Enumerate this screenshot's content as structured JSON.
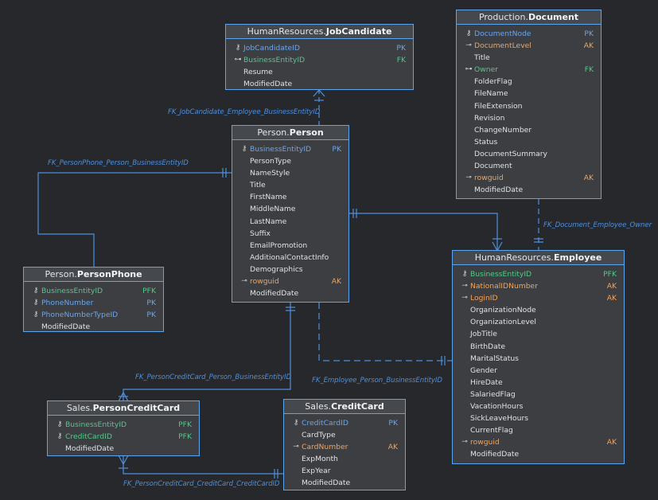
{
  "colors": {
    "background": "#26282b",
    "entity_fill": "#3c3e41",
    "entity_border": "#5aa4f0",
    "relation_line": "#4e8fdc",
    "primary_key": "#6aa6ee",
    "foreign_key": "#53c98c",
    "alternate_key": "#f2a45e",
    "plain_column": "#e0e2e5"
  },
  "icons": {
    "key": "key-icon",
    "foreign_key": "foreign-key-icon",
    "alternate_key": "alternate-key-icon"
  },
  "entities": [
    {
      "id": "jobcandidate",
      "schema": "HumanResources.",
      "table": "JobCandidate",
      "columns": [
        {
          "name": "JobCandidateID",
          "key": "PK",
          "icon": "key"
        },
        {
          "name": "BusinessEntityID",
          "key": "FK",
          "icon": "fk"
        },
        {
          "name": "Resume",
          "key": "",
          "icon": ""
        },
        {
          "name": "ModifiedDate",
          "key": "",
          "icon": ""
        }
      ]
    },
    {
      "id": "document",
      "schema": "Production.",
      "table": "Document",
      "columns": [
        {
          "name": "DocumentNode",
          "key": "PK",
          "icon": "key"
        },
        {
          "name": "DocumentLevel",
          "key": "AK",
          "icon": "ak"
        },
        {
          "name": "Title",
          "key": "",
          "icon": ""
        },
        {
          "name": "Owner",
          "key": "FK",
          "icon": "fk"
        },
        {
          "name": "FolderFlag",
          "key": "",
          "icon": ""
        },
        {
          "name": "FileName",
          "key": "",
          "icon": ""
        },
        {
          "name": "FileExtension",
          "key": "",
          "icon": ""
        },
        {
          "name": "Revision",
          "key": "",
          "icon": ""
        },
        {
          "name": "ChangeNumber",
          "key": "",
          "icon": ""
        },
        {
          "name": "Status",
          "key": "",
          "icon": ""
        },
        {
          "name": "DocumentSummary",
          "key": "",
          "icon": ""
        },
        {
          "name": "Document",
          "key": "",
          "icon": ""
        },
        {
          "name": "rowguid",
          "key": "AK",
          "icon": "ak"
        },
        {
          "name": "ModifiedDate",
          "key": "",
          "icon": ""
        }
      ]
    },
    {
      "id": "person",
      "schema": "Person.",
      "table": "Person",
      "columns": [
        {
          "name": "BusinessEntityID",
          "key": "PK",
          "icon": "key"
        },
        {
          "name": "PersonType",
          "key": "",
          "icon": ""
        },
        {
          "name": "NameStyle",
          "key": "",
          "icon": ""
        },
        {
          "name": "Title",
          "key": "",
          "icon": ""
        },
        {
          "name": "FirstName",
          "key": "",
          "icon": ""
        },
        {
          "name": "MiddleName",
          "key": "",
          "icon": ""
        },
        {
          "name": "LastName",
          "key": "",
          "icon": ""
        },
        {
          "name": "Suffix",
          "key": "",
          "icon": ""
        },
        {
          "name": "EmailPromotion",
          "key": "",
          "icon": ""
        },
        {
          "name": "AdditionalContactInfo",
          "key": "",
          "icon": ""
        },
        {
          "name": "Demographics",
          "key": "",
          "icon": ""
        },
        {
          "name": "rowguid",
          "key": "AK",
          "icon": "ak"
        },
        {
          "name": "ModifiedDate",
          "key": "",
          "icon": ""
        }
      ]
    },
    {
      "id": "personphone",
      "schema": "Person.",
      "table": "PersonPhone",
      "columns": [
        {
          "name": "BusinessEntityID",
          "key": "PFK",
          "icon": "key"
        },
        {
          "name": "PhoneNumber",
          "key": "PK",
          "icon": "key"
        },
        {
          "name": "PhoneNumberTypeID",
          "key": "PK",
          "icon": "key"
        },
        {
          "name": "ModifiedDate",
          "key": "",
          "icon": ""
        }
      ]
    },
    {
      "id": "employee",
      "schema": "HumanResources.",
      "table": "Employee",
      "columns": [
        {
          "name": "BusinessEntityID",
          "key": "PFK",
          "icon": "key"
        },
        {
          "name": "NationalIDNumber",
          "key": "AK",
          "icon": "ak"
        },
        {
          "name": "LoginID",
          "key": "AK",
          "icon": "ak"
        },
        {
          "name": "OrganizationNode",
          "key": "",
          "icon": ""
        },
        {
          "name": "OrganizationLevel",
          "key": "",
          "icon": ""
        },
        {
          "name": "JobTitle",
          "key": "",
          "icon": ""
        },
        {
          "name": "BirthDate",
          "key": "",
          "icon": ""
        },
        {
          "name": "MaritalStatus",
          "key": "",
          "icon": ""
        },
        {
          "name": "Gender",
          "key": "",
          "icon": ""
        },
        {
          "name": "HireDate",
          "key": "",
          "icon": ""
        },
        {
          "name": "SalariedFlag",
          "key": "",
          "icon": ""
        },
        {
          "name": "VacationHours",
          "key": "",
          "icon": ""
        },
        {
          "name": "SickLeaveHours",
          "key": "",
          "icon": ""
        },
        {
          "name": "CurrentFlag",
          "key": "",
          "icon": ""
        },
        {
          "name": "rowguid",
          "key": "AK",
          "icon": "ak"
        },
        {
          "name": "ModifiedDate",
          "key": "",
          "icon": ""
        }
      ]
    },
    {
      "id": "personcreditcard",
      "schema": "Sales.",
      "table": "PersonCreditCard",
      "columns": [
        {
          "name": "BusinessEntityID",
          "key": "PFK",
          "icon": "key"
        },
        {
          "name": "CreditCardID",
          "key": "PFK",
          "icon": "key"
        },
        {
          "name": "ModifiedDate",
          "key": "",
          "icon": ""
        }
      ]
    },
    {
      "id": "creditcard",
      "schema": "Sales.",
      "table": "CreditCard",
      "columns": [
        {
          "name": "CreditCardID",
          "key": "PK",
          "icon": "key"
        },
        {
          "name": "CardType",
          "key": "",
          "icon": ""
        },
        {
          "name": "CardNumber",
          "key": "AK",
          "icon": "ak"
        },
        {
          "name": "ExpMonth",
          "key": "",
          "icon": ""
        },
        {
          "name": "ExpYear",
          "key": "",
          "icon": ""
        },
        {
          "name": "ModifiedDate",
          "key": "",
          "icon": ""
        }
      ]
    }
  ],
  "relationships": [
    {
      "id": "fk-jobcandidate-employee",
      "label": "FK_JobCandidate_Employee_BusinessEntityID"
    },
    {
      "id": "fk-personphone-person",
      "label": "FK_PersonPhone_Person_BusinessEntityID"
    },
    {
      "id": "fk-document-employee",
      "label": "FK_Document_Employee_Owner"
    },
    {
      "id": "fk-personcreditcard-person",
      "label": "FK_PersonCreditCard_Person_BusinessEntityID"
    },
    {
      "id": "fk-employee-person",
      "label": "FK_Employee_Person_BusinessEntityID"
    },
    {
      "id": "fk-personcreditcard-creditcard",
      "label": "FK_PersonCreditCard_CreditCard_CreditCardID"
    }
  ]
}
